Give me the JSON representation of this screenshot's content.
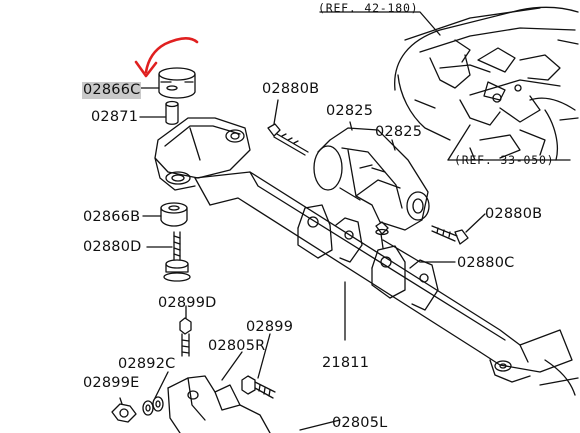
{
  "diagram": {
    "refs": {
      "ref1": "(REF. 42-180)",
      "ref2": "(REF. 33-050)"
    },
    "parts": {
      "p02866C": "02866C",
      "p02871": "02871",
      "p02866B": "02866B",
      "p02880D": "02880D",
      "p02880B_top": "02880B",
      "p02825_a": "02825",
      "p02825_b": "02825",
      "p02880B_right": "02880B",
      "p02880C": "02880C",
      "p02899D": "02899D",
      "p02899": "02899",
      "p02892C": "02892C",
      "p02805R": "02805R",
      "p02899E": "02899E",
      "p21811": "21811",
      "p02805L": "02805L"
    },
    "colors": {
      "ink": "#111111",
      "highlight": "#c9c9c9",
      "annotation": "#e02020"
    }
  }
}
